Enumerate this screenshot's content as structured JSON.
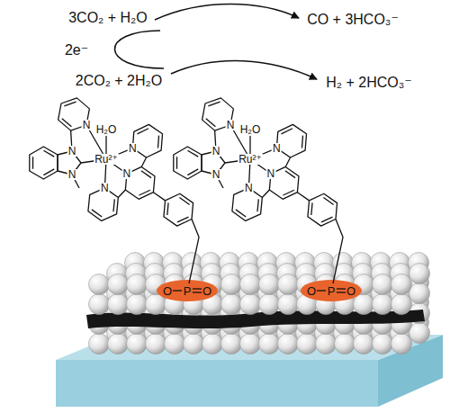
{
  "diagram": {
    "labels": [
      "3CO₂ + H₂O",
      "CO + 3HCO₃⁻",
      "2e⁻",
      "2CO₂ + 2H₂O",
      "H₂ + 2HCO₃⁻",
      "N",
      "H₂O",
      "N",
      "N",
      "Ru²⁺",
      "N",
      "N",
      "N",
      "N",
      "H₂O",
      "N",
      "N",
      "Ru²⁺",
      "N",
      "N",
      "N",
      "O",
      "P",
      "O",
      "O",
      "P",
      "O"
    ]
  }
}
